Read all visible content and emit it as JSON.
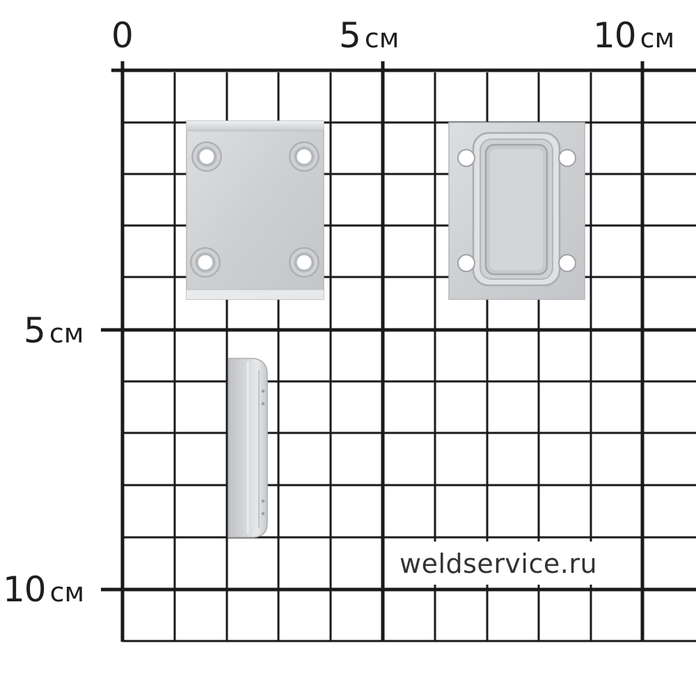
{
  "scale": {
    "x_labels": [
      {
        "value": "0",
        "unit": ""
      },
      {
        "value": "5",
        "unit": "см"
      },
      {
        "value": "10",
        "unit": "см"
      }
    ],
    "y_labels": [
      {
        "value": "5",
        "unit": "см"
      },
      {
        "value": "10",
        "unit": "см"
      }
    ]
  },
  "watermark": "weldservice.ru",
  "colors": {
    "grid": "#1a1a1a",
    "metal": "#cfd1d3",
    "background": "#ffffff"
  },
  "objects": [
    {
      "name": "flat-plate-four-holes",
      "kind": "mounting plate with 4 countersunk holes"
    },
    {
      "name": "plate-with-rectangular-recess",
      "kind": "plate with rectangular pressed recess and 4 holes"
    },
    {
      "name": "plate-side-view",
      "kind": "side profile of plate"
    }
  ]
}
